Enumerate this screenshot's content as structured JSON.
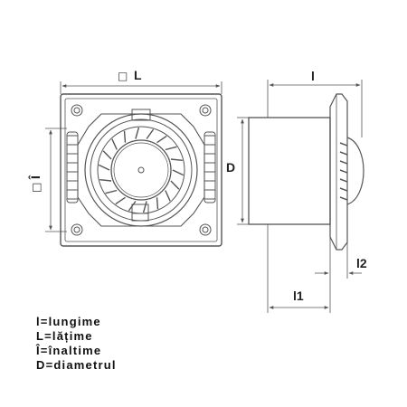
{
  "labels": {
    "width": "L",
    "height": "Î",
    "diameter": "D",
    "length": "l",
    "depth1": "l1",
    "depth2": "l2",
    "square_symbol": "□"
  },
  "legend": [
    "l=lungime",
    "L=lățime",
    "Î=înaltime",
    "D=diametrul"
  ]
}
